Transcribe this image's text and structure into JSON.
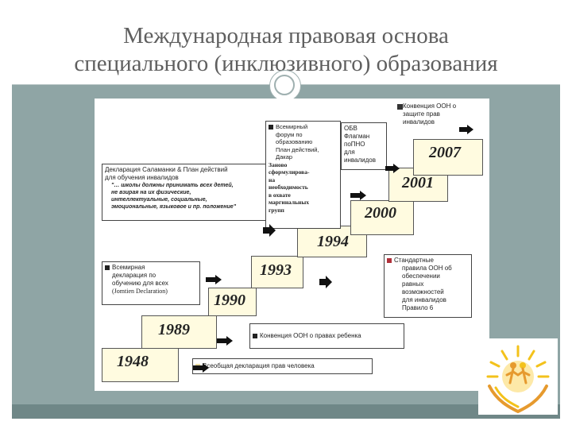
{
  "slide": {
    "title_line1": "Международная правовая основа",
    "title_line2": "специального (инклюзивного) образования"
  },
  "timeline": {
    "years": {
      "y1948": "1948",
      "y1989": "1989",
      "y1990": "1990",
      "y1993": "1993",
      "y1994": "1994",
      "y2000": "2000",
      "y2001": "2001",
      "y2007": "2007"
    },
    "boxes": {
      "udhr": "Всеобщая декларация прав человека",
      "crc": "Конвенция ООН о правах ребенка",
      "jomtien_l1": "Всемирная",
      "jomtien_l2": "декларация по",
      "jomtien_l3": "обучению для всех",
      "jomtien_l4": "(Jomtien Declaration)",
      "standard_l1": "Стандартные",
      "standard_l2": "правила ООН об",
      "standard_l3": "обеспечении",
      "standard_l4": "равных",
      "standard_l5": "возможностей",
      "standard_l6": "для инвалидов",
      "standard_l7": "Правило 6",
      "salamanca_l1": "Декларация Саламанки & План действий",
      "salamanca_l2": "для обучения инвалидов",
      "salamanca_q1": "\"… школы должны принимать всех детей,",
      "salamanca_q2": "не взирая на их физические,",
      "salamanca_q3": "интеллектуальные, социальные,",
      "salamanca_q4": "эмоциональные, языковое и пр. положение\"",
      "dakar_l1": "Всемирный",
      "dakar_l2": "форум по",
      "dakar_l3": "образованию",
      "dakar_l4": "План действий,",
      "dakar_l5": "Дакар",
      "dakar_b1": "Заново",
      "dakar_b2": "сформулирова-",
      "dakar_b3": "на",
      "dakar_b4": "необходимость",
      "dakar_b5": "в охвате",
      "dakar_b6": "маргинальных",
      "dakar_b7": "групп",
      "flagship_l1": "ОБВ",
      "flagship_l2": "Флагман",
      "flagship_l3": "поПНО",
      "flagship_l4": "для",
      "flagship_l5": "инвалидов",
      "convention_l1": "Конвенция ООН о",
      "convention_l2": "защите прав",
      "convention_l3": "инвалидов"
    }
  },
  "colors": {
    "frame": "#8fa5a5",
    "stripe": "#6f8787",
    "step_fill": "#fffbe0",
    "title_text": "#5f5f5f",
    "logo_yellow": "#f3c21b",
    "logo_orange": "#e69a2e"
  },
  "icons": {
    "header_circle": "circle-ornament-icon",
    "logo": "sun-hands-logo-icon",
    "arrows": "arrow-right-icon"
  }
}
